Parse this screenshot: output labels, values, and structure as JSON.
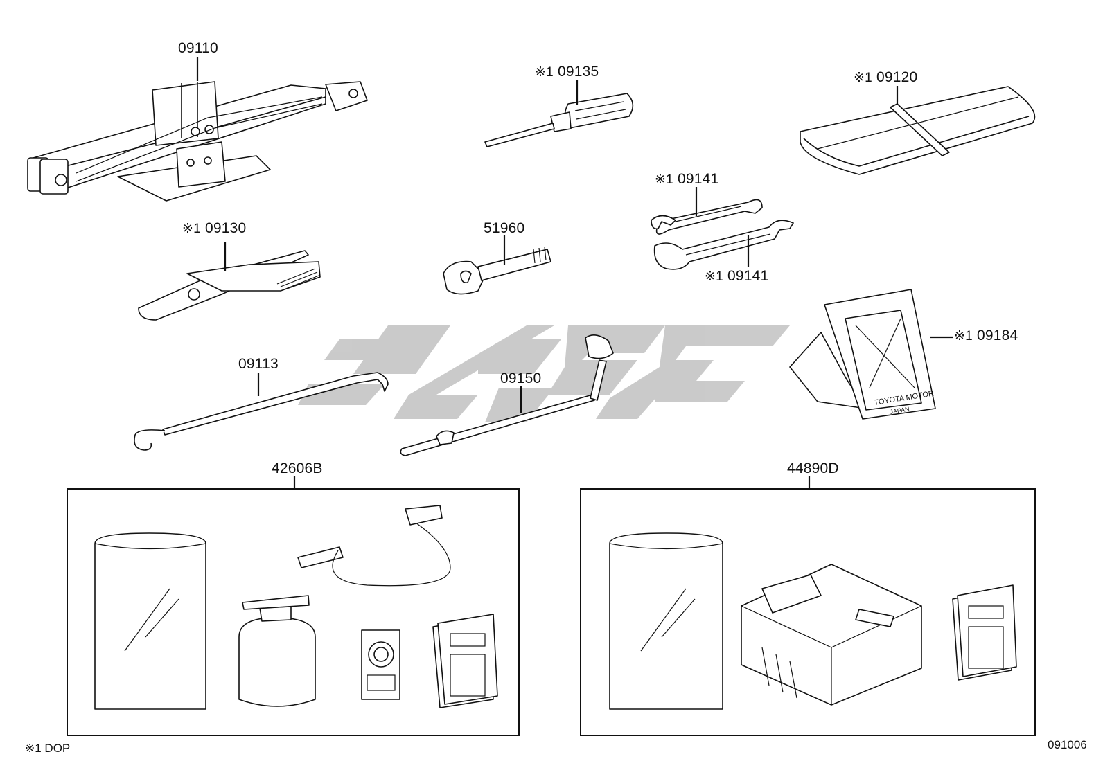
{
  "diagram": {
    "parts": [
      {
        "id": "jack",
        "number": "09110",
        "dop": false
      },
      {
        "id": "screwdriver",
        "number": "09135",
        "dop": true
      },
      {
        "id": "tool-bag",
        "number": "09120",
        "dop": true
      },
      {
        "id": "wrench-upper",
        "number": "09141",
        "dop": true
      },
      {
        "id": "pliers",
        "number": "09130",
        "dop": true
      },
      {
        "id": "eye-bolt",
        "number": "51960",
        "dop": false
      },
      {
        "id": "wrench-lower",
        "number": "09141",
        "dop": true
      },
      {
        "id": "warning-triangle",
        "number": "09184",
        "dop": true
      },
      {
        "id": "jack-handle",
        "number": "09113",
        "dop": false
      },
      {
        "id": "lug-wrench",
        "number": "09150",
        "dop": false
      },
      {
        "id": "repair-kit",
        "number": "42606B",
        "dop": false
      },
      {
        "id": "compressor-kit",
        "number": "44890D",
        "dop": false
      }
    ],
    "dop_marker": "※1",
    "triangle_text": [
      "TOYOTA MOTOR",
      "JAPAN"
    ],
    "footnote": "※1 DOP",
    "diagram_code": "091006"
  },
  "colors": {
    "line": "#111111",
    "watermark": "#c8c8c8",
    "background": "#ffffff"
  }
}
